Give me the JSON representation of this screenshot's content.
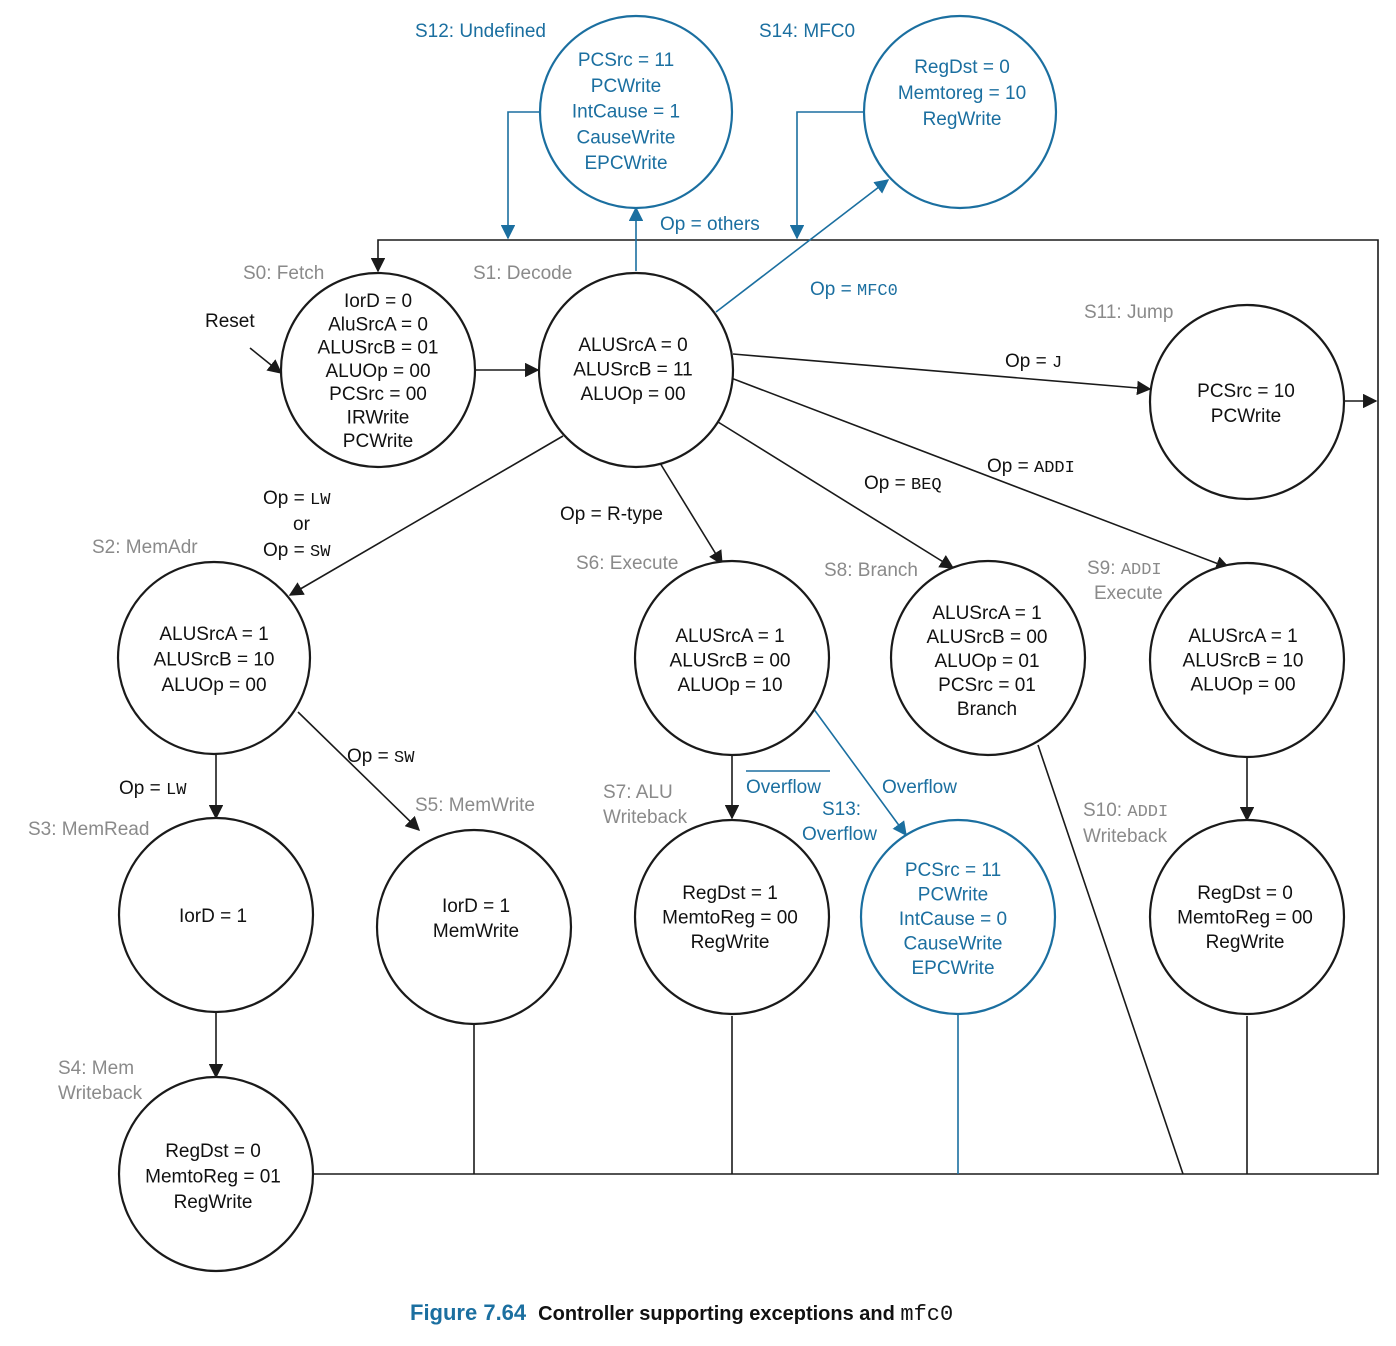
{
  "states": {
    "s0": {
      "title": "S0: Fetch",
      "lines": [
        "IorD = 0",
        "AluSrcA = 0",
        "ALUSrcB = 01",
        "ALUOp = 00",
        "PCSrc = 00",
        "IRWrite",
        "PCWrite"
      ]
    },
    "s1": {
      "title": "S1: Decode",
      "lines": [
        "ALUSrcA = 0",
        "ALUSrcB = 11",
        "ALUOp = 00"
      ]
    },
    "s2": {
      "title": "S2: MemAdr",
      "lines": [
        "ALUSrcA = 1",
        "ALUSrcB = 10",
        "ALUOp = 00"
      ]
    },
    "s3": {
      "title": "S3: MemRead",
      "lines": [
        "IorD = 1"
      ]
    },
    "s4": {
      "title_1": "S4: Mem",
      "title_2": "Writeback",
      "lines": [
        "RegDst = 0",
        "MemtoReg = 01",
        "RegWrite"
      ]
    },
    "s5": {
      "title": "S5: MemWrite",
      "lines": [
        "IorD = 1",
        "MemWrite"
      ]
    },
    "s6": {
      "title": "S6: Execute",
      "lines": [
        "ALUSrcA = 1",
        "ALUSrcB = 00",
        "ALUOp = 10"
      ]
    },
    "s7": {
      "title_1": "S7: ALU",
      "title_2": "Writeback",
      "lines": [
        "RegDst = 1",
        "MemtoReg = 00",
        "RegWrite"
      ]
    },
    "s8": {
      "title": "S8: Branch",
      "lines": [
        "ALUSrcA = 1",
        "ALUSrcB = 00",
        "ALUOp = 01",
        "PCSrc = 01",
        "Branch"
      ]
    },
    "s9": {
      "title_1": "S9: ",
      "title_1_mono": "ADDI",
      "title_2": "Execute",
      "lines": [
        "ALUSrcA = 1",
        "ALUSrcB = 10",
        "ALUOp = 00"
      ]
    },
    "s10": {
      "title_1": "S10: ",
      "title_1_mono": "ADDI",
      "title_2": "Writeback",
      "lines": [
        "RegDst = 0",
        "MemtoReg = 00",
        "RegWrite"
      ]
    },
    "s11": {
      "title": "S11: Jump",
      "lines": [
        "PCSrc = 10",
        "PCWrite"
      ]
    },
    "s12": {
      "title": "S12: Undefined",
      "lines": [
        "PCSrc = 11",
        "PCWrite",
        "IntCause = 1",
        "CauseWrite",
        "EPCWrite"
      ]
    },
    "s13": {
      "title_1": "S13:",
      "title_2": "Overflow",
      "lines": [
        "PCSrc = 11",
        "PCWrite",
        "IntCause = 0",
        "CauseWrite",
        "EPCWrite"
      ]
    },
    "s14": {
      "title": "S14: MFC0",
      "lines": [
        "RegDst = 0",
        "Memtoreg = 10",
        "RegWrite"
      ]
    }
  },
  "labels": {
    "reset": "Reset",
    "op_others": "Op = others",
    "op_mfc0": "Op = ",
    "op_mfc0_mono": "MFC0",
    "op_j": "Op = ",
    "op_j_mono": "J",
    "op_addi": "Op = ",
    "op_addi_mono": "ADDI",
    "op_beq": "Op = ",
    "op_beq_mono": "BEQ",
    "op_rtype": "Op = R-type",
    "op_lw_or_sw_1": "Op = ",
    "op_lw_or_sw_1_mono": "LW",
    "op_lw_or_sw_2": "or",
    "op_lw_or_sw_3": "Op = ",
    "op_lw_or_sw_3_mono": "SW",
    "op_lw": "Op = ",
    "op_lw_mono": "LW",
    "op_sw": "Op = ",
    "op_sw_mono": "SW",
    "overflow_bar": "Overflow",
    "overflow": "Overflow"
  },
  "caption": {
    "figure": "Figure 7.64",
    "text": "Controller supporting exceptions and ",
    "mono": "mfc0"
  },
  "colors": {
    "exception": "#1b6fa0",
    "normal": "#1a1a1a",
    "title_gray": "#8a8a8a"
  }
}
